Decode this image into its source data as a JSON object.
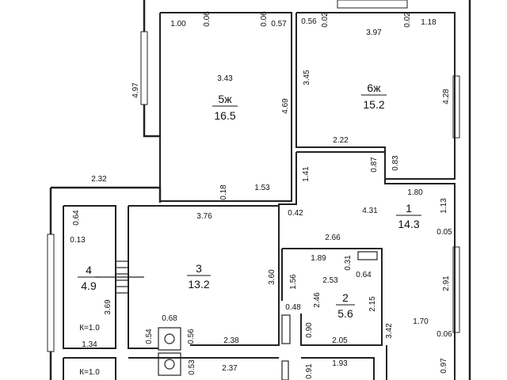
{
  "rooms": [
    {
      "number": "5ж",
      "area": "16.5"
    },
    {
      "number": "6ж",
      "area": "15.2"
    },
    {
      "number": "1",
      "area": "14.3"
    },
    {
      "number": "3",
      "area": "13.2"
    },
    {
      "number": "2",
      "area": "5.6"
    },
    {
      "number": "4",
      "area": "4.9"
    }
  ],
  "labels": {
    "k1": "К=1.0",
    "k2": "К=1.0"
  },
  "dims": {
    "d100": "1.00",
    "d006a": "0.06",
    "d006b": "0.06",
    "d057": "0.57",
    "d056": "0.56",
    "d002a": "0.02",
    "d397": "3.97",
    "d002b": "0.02",
    "d118": "1.18",
    "d497": "4.97",
    "d343": "3.43",
    "d469": "4.69",
    "d345": "3.45",
    "d428": "4.28",
    "d222": "2.22",
    "d087": "0.87",
    "d083": "0.83",
    "d232": "2.32",
    "d018": "0.18",
    "d153": "1.53",
    "d141": "1.41",
    "d180": "1.80",
    "d113": "1.13",
    "d064a": "0.64",
    "d376": "3.76",
    "d042": "0.42",
    "d431": "4.31",
    "d005": "0.05",
    "d013": "0.13",
    "d266": "2.66",
    "d189": "1.89",
    "d031": "0.31",
    "d064b": "0.64",
    "d360": "3.60",
    "d156": "1.56",
    "d253": "2.53",
    "d246": "2.46",
    "d215": "2.15",
    "d291": "2.91",
    "d369": "3.69",
    "d048": "0.48",
    "d068": "0.68",
    "d170": "1.70",
    "d342": "3.42",
    "d054": "0.54",
    "d056b": "0.56",
    "d238": "2.38",
    "d090": "0.90",
    "d205": "2.05",
    "d006c": "0.06",
    "d134": "1.34",
    "d097": "0.97",
    "d053": "0.53",
    "d237": "2.37",
    "d091": "0.91",
    "d193": "1.93"
  }
}
